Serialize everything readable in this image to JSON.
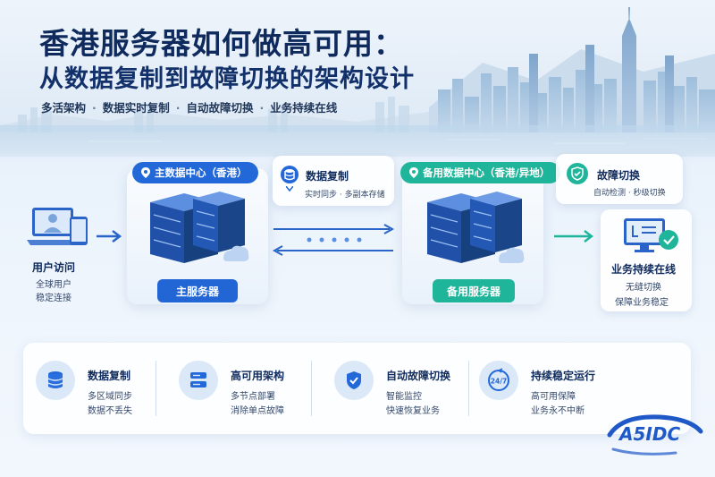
{
  "header": {
    "title_line1": "香港服务器如何做高可用：",
    "title_line2": "从数据复制到故障切换的架构设计",
    "subtitle_items": [
      "多活架构",
      "数据实时复制",
      "自动故障切换",
      "业务持续在线"
    ],
    "separator": "·"
  },
  "user_access": {
    "title": "用户访问",
    "line1": "全球用户",
    "line2": "稳定连接"
  },
  "primary_dc": {
    "pill": "主数据中心（香港）",
    "server_label": "主服务器",
    "color": "#2268d8"
  },
  "replication": {
    "title": "数据复制",
    "sub": "实时同步 · 多副本存储"
  },
  "backup_dc": {
    "pill": "备用数据中心（香港/异地）",
    "server_label": "备用服务器",
    "color": "#1fb59a"
  },
  "failover": {
    "title": "故障切换",
    "sub": "自动检测 · 秒级切换"
  },
  "business": {
    "title": "业务持续在线",
    "line1": "无缝切换",
    "line2": "保障业务稳定"
  },
  "features": [
    {
      "icon": "database-icon",
      "title": "数据复制",
      "line1": "多区域同步",
      "line2": "数据不丢失"
    },
    {
      "icon": "server-rack-icon",
      "title": "高可用架构",
      "line1": "多节点部署",
      "line2": "消除单点故障"
    },
    {
      "icon": "shield-check-icon",
      "title": "自动故障切换",
      "line1": "智能监控",
      "line2": "快速恢复业务"
    },
    {
      "icon": "clock-24-7-icon",
      "title": "持续稳定运行",
      "line1": "高可用保障",
      "line2": "业务永不中断"
    }
  ],
  "clock_label": "24/7",
  "brand": {
    "logo_text": "A5IDC",
    "color": "#1f59c8"
  }
}
